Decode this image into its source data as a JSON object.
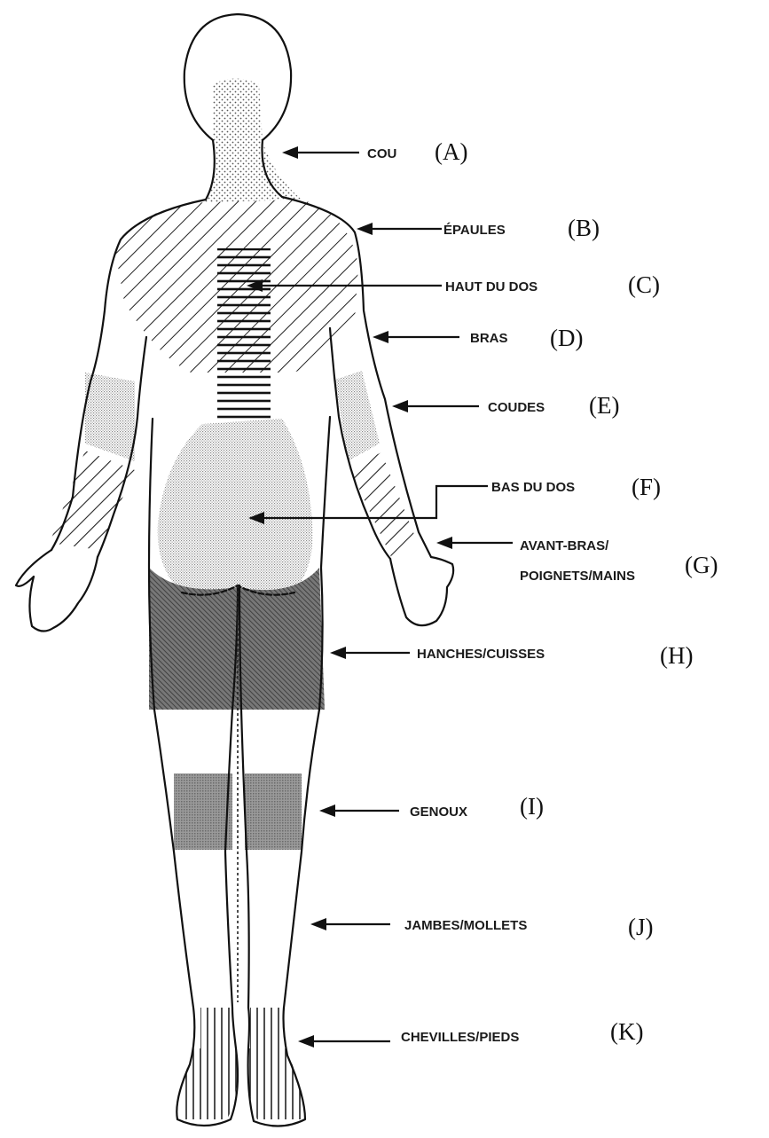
{
  "regions": [
    {
      "id": "A",
      "text": "COU",
      "letter": "(A)"
    },
    {
      "id": "B",
      "text": "ÉPAULES",
      "letter": "(B)"
    },
    {
      "id": "C",
      "text": "HAUT DU DOS",
      "letter": "(C)"
    },
    {
      "id": "D",
      "text": "BRAS",
      "letter": "(D)"
    },
    {
      "id": "E",
      "text": "COUDES",
      "letter": "(E)"
    },
    {
      "id": "F",
      "text": "BAS DU DOS",
      "letter": "(F)"
    },
    {
      "id": "G",
      "text": "AVANT-BRAS/",
      "text2": "POIGNETS/MAINS",
      "letter": "(G)"
    },
    {
      "id": "H",
      "text": "HANCHES/CUISSES",
      "letter": "(H)"
    },
    {
      "id": "I",
      "text": "GENOUX",
      "letter": "(I)"
    },
    {
      "id": "J",
      "text": "JAMBES/MOLLETS",
      "letter": "(J)"
    },
    {
      "id": "K",
      "text": "CHEVILLES/PIEDS",
      "letter": "(K)"
    }
  ],
  "colors": {
    "line": "#111111",
    "background": "#ffffff"
  }
}
